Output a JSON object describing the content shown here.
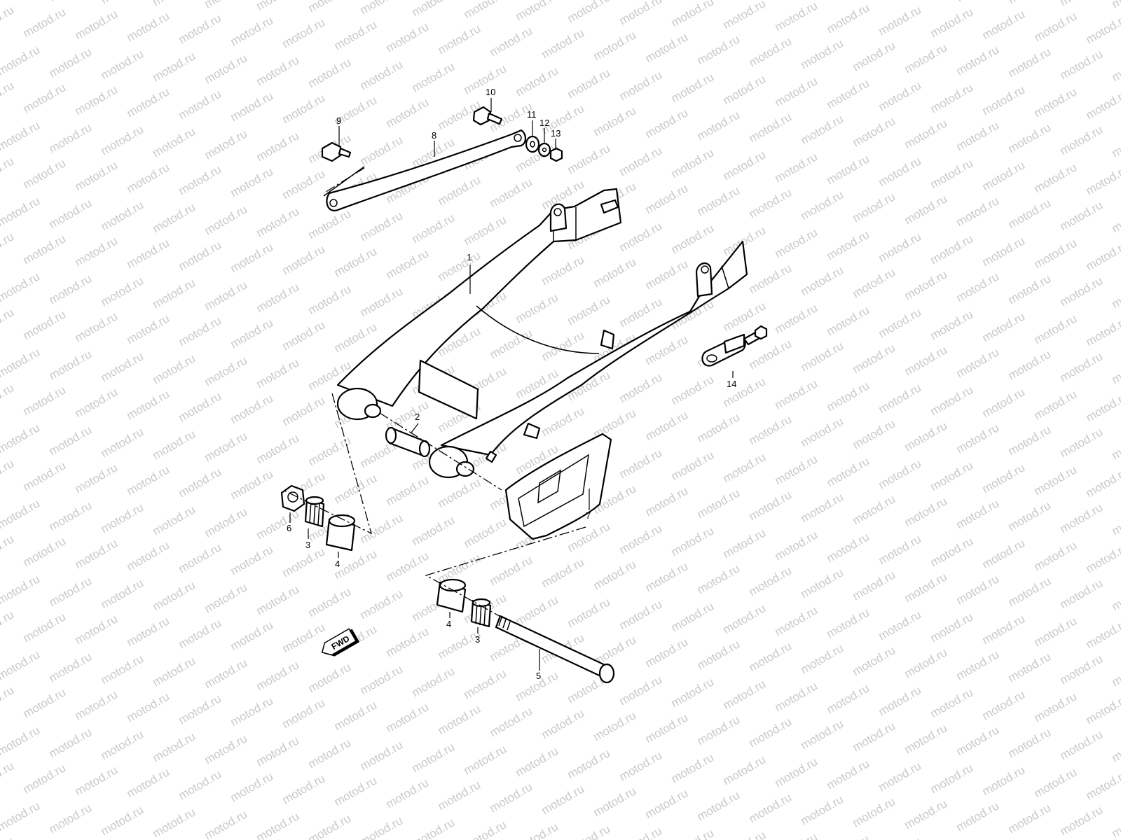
{
  "watermark": {
    "text": "motod.ru"
  },
  "callouts": {
    "c1": "1",
    "c2": "2",
    "c3a": "3",
    "c3b": "3",
    "c4a": "4",
    "c4b": "4",
    "c5": "5",
    "c6": "6",
    "c7": "7",
    "c8": "8",
    "c9": "9",
    "c10": "10",
    "c11": "11",
    "c12": "12",
    "c13": "13",
    "c14": "14"
  },
  "fwd_badge": {
    "label": "FWD"
  }
}
